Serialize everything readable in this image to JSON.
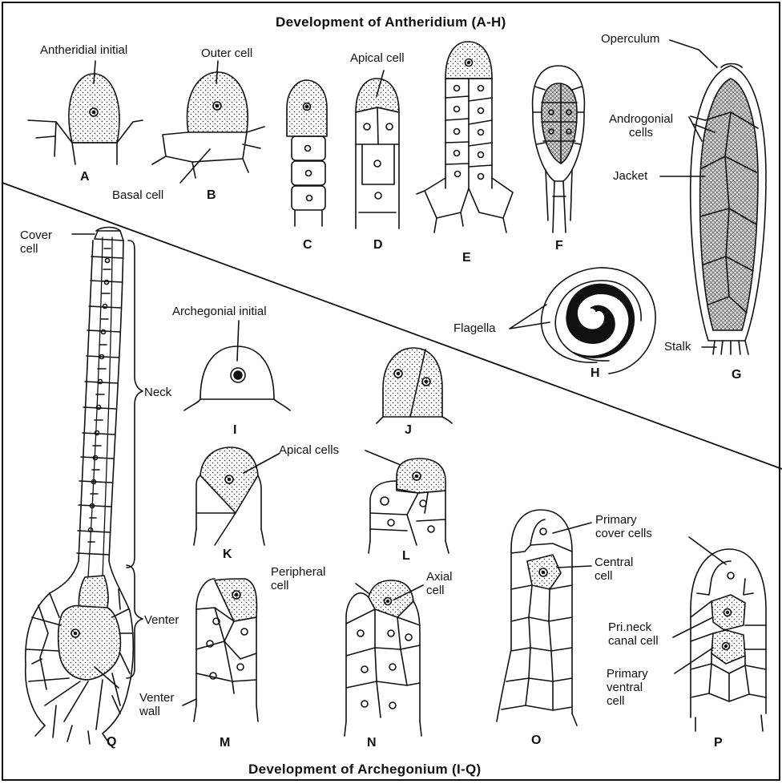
{
  "titles": {
    "top": "Development of Antheridium (A-H)",
    "bottom": "Development of Archegonium (I-Q)"
  },
  "labels": {
    "antheridial_initial": "Antheridial initial",
    "outer_cell": "Outer cell",
    "apical_cell": "Apical cell",
    "operculum": "Operculum",
    "androgonial_cells": "Androgonial\ncells",
    "jacket": "Jacket",
    "basal_cell": "Basal cell",
    "flagella": "Flagella",
    "stalk": "Stalk",
    "cover_cell": "Cover\ncell",
    "neck": "Neck",
    "venter": "Venter",
    "venter_wall": "Venter\nwall",
    "archegonial_initial": "Archegonial initial",
    "apical_cells": "Apical cells",
    "peripheral_cell": "Peripheral\ncell",
    "axial_cell": "Axial\ncell",
    "primary_cover_cells": "Primary\ncover cells",
    "central_cell": "Central\ncell",
    "pri_neck_canal_cell": "Pri.neck\ncanal cell",
    "primary_ventral_cell": "Primary\nventral\ncell"
  },
  "figure_letters": {
    "a": "A",
    "b": "B",
    "c": "C",
    "d": "D",
    "e": "E",
    "f": "F",
    "g": "G",
    "h": "H",
    "i": "I",
    "j": "J",
    "k": "K",
    "l": "L",
    "m": "M",
    "n": "N",
    "o": "O",
    "p": "P",
    "q": "Q"
  }
}
